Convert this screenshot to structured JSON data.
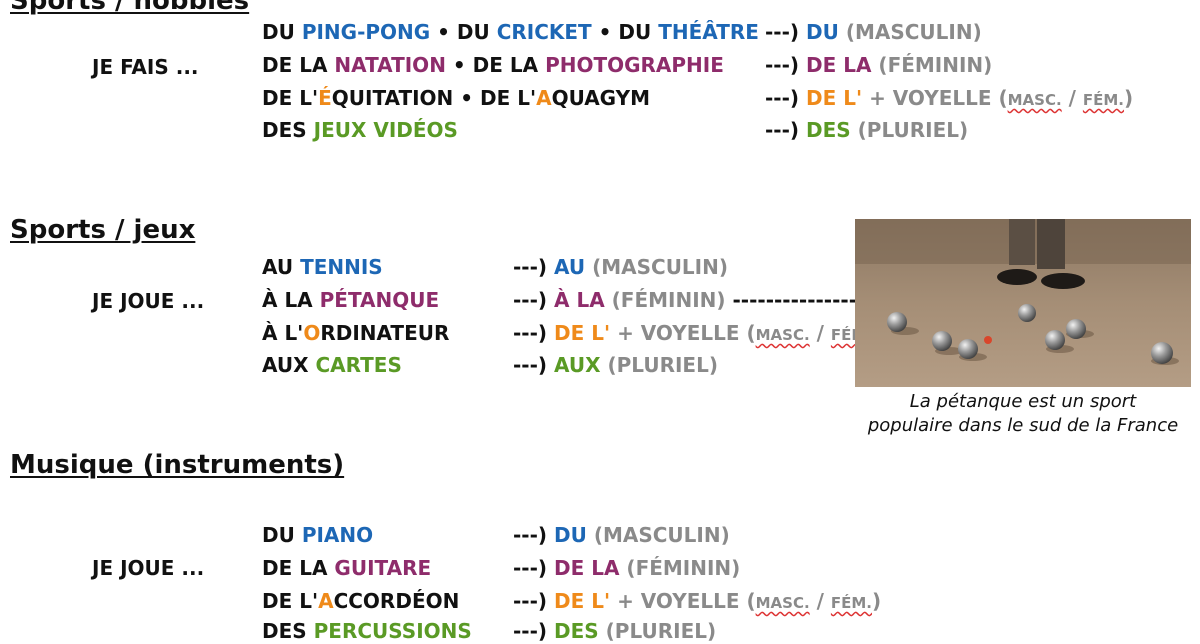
{
  "section1": {
    "heading": "Sports / hobbies",
    "subject": "JE FAIS ...",
    "rows": [
      {
        "w": [
          "DU ",
          "PING-PONG",
          " • DU ",
          "CRICKET",
          " • DU ",
          "THÉÂTRE"
        ],
        "arrow": "---)",
        "art": "DU",
        "note": " (MASCULIN)"
      },
      {
        "w": [
          "DE LA ",
          "NATATION",
          " • DE LA ",
          "PHOTOGRAPHIE"
        ],
        "arrow": "---)",
        "art": "DE LA",
        "note": " (FÉMININ)"
      },
      {
        "w": [
          "DE L'",
          "É",
          "QUITATION • DE L'",
          "A",
          "QUAGYM"
        ],
        "arrow": "---)",
        "art": "DE L'",
        "plus": " + VOYELLE (",
        "masc": "MASC.",
        "slash": " / ",
        "fem": "FÉM.",
        "close": ")"
      },
      {
        "w": [
          "DES ",
          "JEUX VIDÉOS"
        ],
        "arrow": "---)",
        "art": "DES",
        "note": " (PLURIEL)"
      }
    ]
  },
  "section2": {
    "heading": "Sports / jeux",
    "subject": "JE JOUE ...",
    "rows": [
      {
        "w": [
          "AU ",
          "TENNIS"
        ],
        "arrow": "---)",
        "art": "AU",
        "note": " (MASCULIN)"
      },
      {
        "w": [
          "À LA ",
          "PÉTANQUE"
        ],
        "arrow": "---)",
        "art": "À LA",
        "note": " (FÉMININ) ",
        "tail": "---------------)"
      },
      {
        "w": [
          "À L'",
          "O",
          "RDINATEUR"
        ],
        "arrow": "---)",
        "art": "DE L'",
        "plus": " + VOYELLE (",
        "masc": "MASC.",
        "slash": " / ",
        "fem": "FÉM.",
        "close": ")"
      },
      {
        "w": [
          "AUX ",
          "CARTES"
        ],
        "arrow": "---)",
        "art": "AUX",
        "note": " (PLURIEL)"
      }
    ],
    "caption": [
      "La pétanque est un sport",
      "populaire dans le sud de la France"
    ]
  },
  "section3": {
    "heading": "Musique (instruments)",
    "subject": "JE JOUE ...",
    "rows": [
      {
        "w": [
          "DU ",
          "PIANO"
        ],
        "arrow": "---)",
        "art": "DU",
        "note": " (MASCULIN)"
      },
      {
        "w": [
          "DE LA ",
          "GUITARE"
        ],
        "arrow": "---)",
        "art": "DE LA",
        "note": " (FÉMININ)"
      },
      {
        "w": [
          "DE L'",
          "A",
          "CCORDÉON"
        ],
        "arrow": "---)",
        "art": "DE L'",
        "plus": " + VOYELLE (",
        "masc": "MASC.",
        "slash": " / ",
        "fem": "FÉM.",
        "close": ")"
      },
      {
        "w": [
          "DES ",
          "PERCUSSIONS"
        ],
        "arrow": "---)",
        "art": "DES",
        "note": " (PLURIEL)"
      }
    ]
  },
  "colors": {
    "masculin": "#1d67b5",
    "feminin": "#8e2c6b",
    "voyelle": "#ef8a1a",
    "pluriel": "#5a9a25",
    "note": "#8a8a8a"
  }
}
